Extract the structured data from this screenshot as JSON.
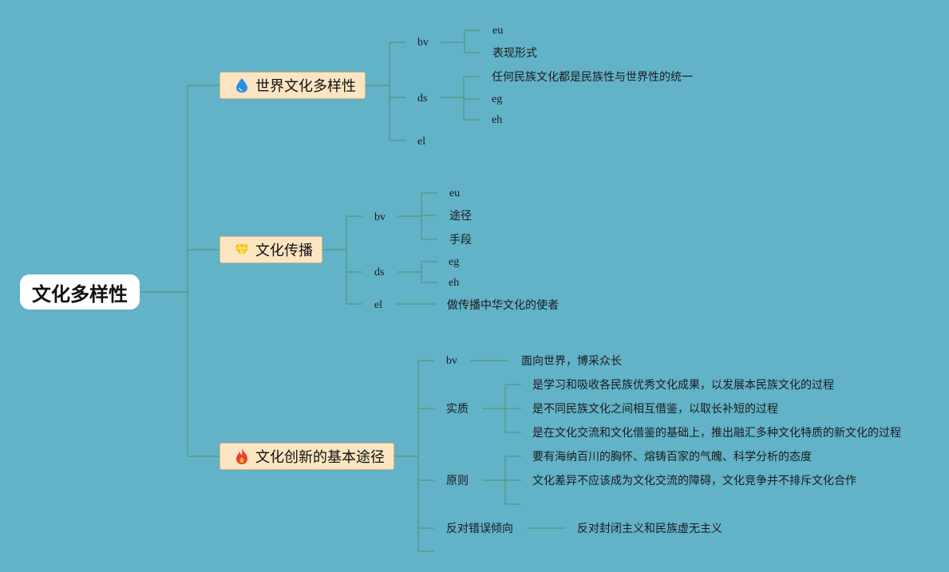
{
  "root": {
    "label": "文化多样性"
  },
  "branches": [
    {
      "label": "世界文化多样性",
      "icon": "water-drop-icon",
      "icon_color": "#2b8fe0",
      "children": [
        {
          "label": "bv",
          "children": [
            "eu",
            "表现形式"
          ]
        },
        {
          "label": "ds",
          "children": [
            "任何民族文化都是民族性与世界性的统一",
            "eg",
            "eh"
          ]
        },
        {
          "label": "el",
          "children": []
        }
      ]
    },
    {
      "label": "文化传播",
      "icon": "gem-icon",
      "icon_color": "#f5c518",
      "children": [
        {
          "label": "bv",
          "children": [
            "eu",
            "途径",
            "手段"
          ]
        },
        {
          "label": "ds",
          "children": [
            "eg",
            "eh"
          ]
        },
        {
          "label": "el",
          "children": [
            "做传播中华文化的使者"
          ]
        }
      ]
    },
    {
      "label": "文化创新的基本途径",
      "icon": "fire-icon",
      "icon_color": "#e8412c",
      "children": [
        {
          "label": "bv",
          "children": [
            "面向世界，博采众长"
          ]
        },
        {
          "label": "实质",
          "children": [
            "是学习和吸收各民族优秀文化成果，以发展本民族文化的过程",
            "是不同民族文化之间相互借鉴，以取长补短的过程",
            "是在文化交流和文化借鉴的基础上，推出融汇多种文化特质的新文化的过程"
          ]
        },
        {
          "label": "原则",
          "children": [
            "要有海纳百川的胸怀、熔铸百家的气魄、科学分析的态度",
            "文化差异不应该成为文化交流的障碍，文化竞争并不排斥文化合作",
            ""
          ]
        },
        {
          "label": "反对错误倾向",
          "children": [
            "反对封闭主义和民族虚无主义"
          ]
        },
        {
          "label": "",
          "children": []
        }
      ]
    }
  ],
  "colors": {
    "background": "#62b2c8",
    "connector": "#4f9a78",
    "branch_fill": "#fbe5c2",
    "branch_border": "#d9b77e",
    "root_fill": "#ffffff"
  }
}
